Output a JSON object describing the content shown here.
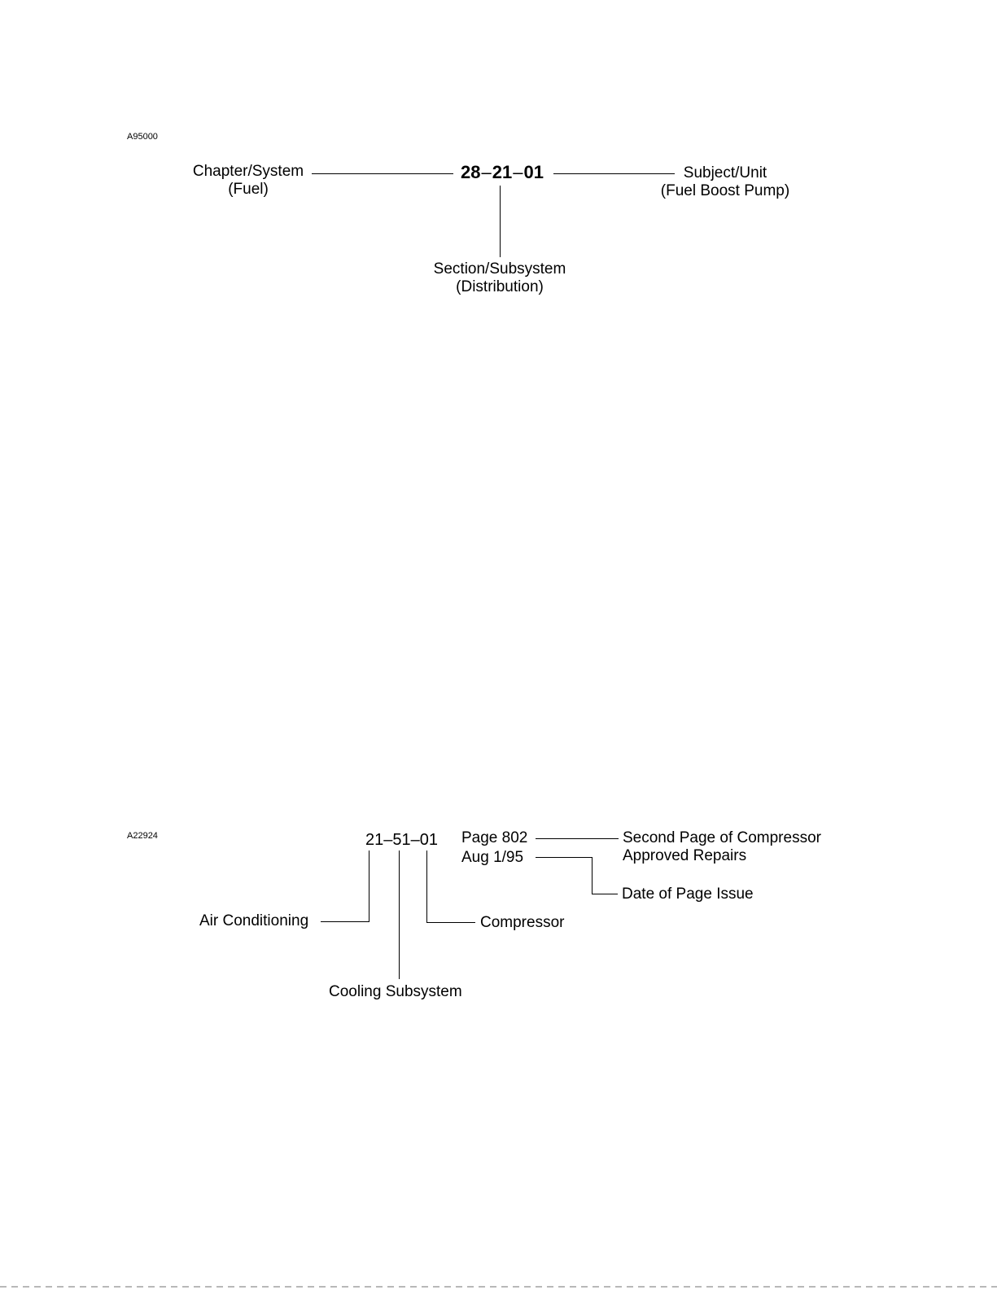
{
  "figure1": {
    "id": "A95000",
    "code": {
      "part1": "28",
      "sep1": "–",
      "part2": "21",
      "sep2": "–",
      "part3": "01"
    },
    "chapter": {
      "line1": "Chapter/System",
      "line2": "(Fuel)"
    },
    "subject": {
      "line1": "Subject/Unit",
      "line2": "(Fuel Boost Pump)"
    },
    "section": {
      "line1": "Section/Subsystem",
      "line2": "(Distribution)"
    }
  },
  "figure2": {
    "id": "A22924",
    "code": "21–51–01",
    "page": "Page 802",
    "date": "Aug 1/95",
    "second_page": {
      "line1": "Second Page of Compressor",
      "line2": "Approved Repairs"
    },
    "date_issue": "Date of Page Issue",
    "air_conditioning": "Air Conditioning",
    "compressor": "Compressor",
    "cooling": "Cooling Subsystem"
  }
}
